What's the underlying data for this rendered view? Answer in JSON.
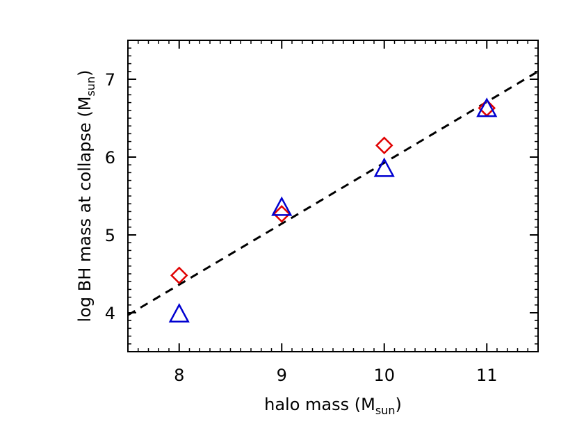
{
  "chart_data": {
    "type": "scatter",
    "xlabel": {
      "main": "halo mass (M",
      "sub": "sun",
      "close": ")"
    },
    "ylabel": {
      "main": "log BH mass at collapse (M",
      "sub": "sun",
      "close": ")"
    },
    "xlim": [
      7.5,
      11.5
    ],
    "ylim": [
      3.5,
      7.5
    ],
    "xticks": [
      8,
      9,
      10,
      11
    ],
    "yticks": [
      4,
      5,
      6,
      7
    ],
    "x_minor_step": 0.1,
    "y_minor_step": 0.1,
    "grid": false,
    "series": [
      {
        "marker": "diamond",
        "color": "#e00000",
        "x": [
          8,
          9,
          10,
          11
        ],
        "y": [
          4.48,
          5.27,
          6.15,
          6.63
        ]
      },
      {
        "marker": "triangle",
        "color": "#0000d0",
        "x": [
          8,
          9,
          10,
          11
        ],
        "y": [
          3.98,
          5.35,
          5.85,
          6.62
        ]
      }
    ],
    "fit_line": {
      "style": "dashed",
      "color": "#000000",
      "x": [
        7.5,
        11.5
      ],
      "y": [
        3.97,
        7.1
      ]
    }
  }
}
